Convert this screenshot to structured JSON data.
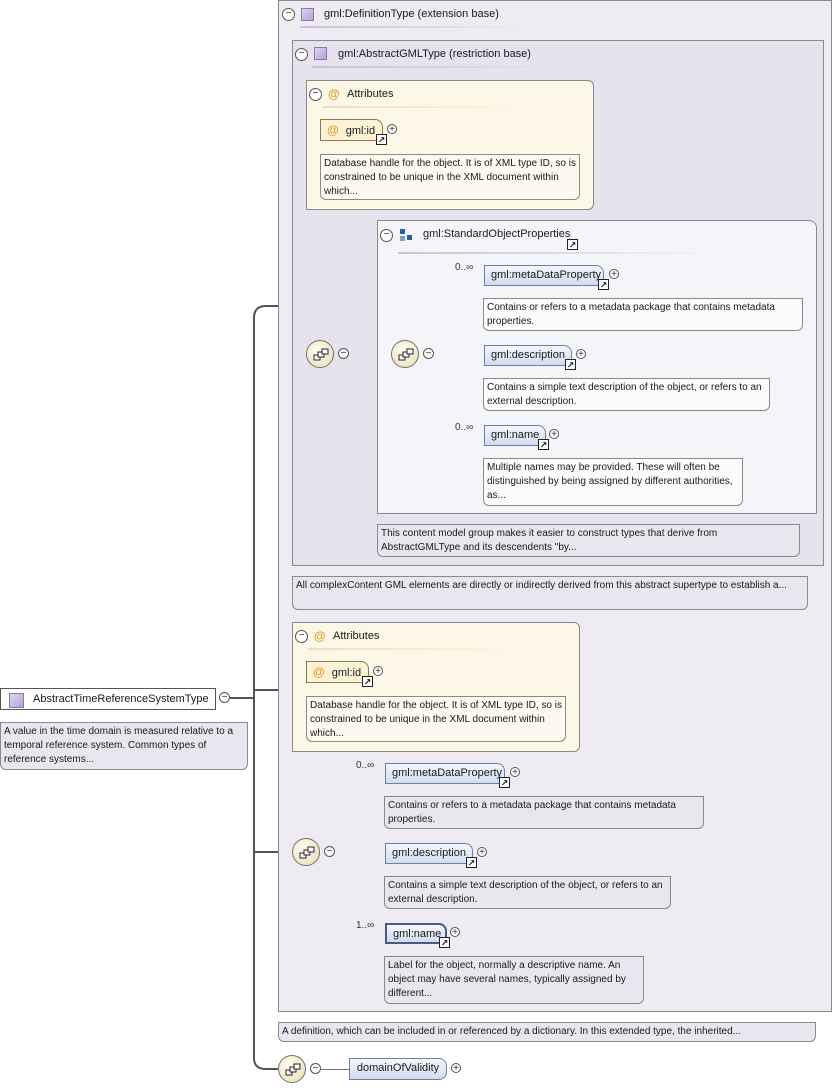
{
  "root": {
    "name": "AbstractTimeReferenceSystemType",
    "doc": "A value in the time domain is measured relative to a temporal reference system. Common types of reference systems..."
  },
  "extension": {
    "title": "gml:DefinitionType (extension base)",
    "doc": "A definition, which can be included in or referenced by a dictionary. In this extended type, the inherited..."
  },
  "restriction": {
    "title": "gml:AbstractGMLType (restriction base)",
    "doc": "All complexContent GML elements are directly or indirectly derived from this abstract supertype to establish a..."
  },
  "inner_attributes": {
    "title": "Attributes",
    "attr_name": "gml:id",
    "attr_doc": "Database handle for the object. It is of XML type ID, so is constrained to be unique in the XML document within which..."
  },
  "std_props": {
    "title": "gml:StandardObjectProperties",
    "doc": "This content model group makes it easier to construct types that derive from AbstractGMLType and its descendents \"by...",
    "meta": {
      "card": "0..∞",
      "name": "gml:metaDataProperty",
      "doc": "Contains or refers to a metadata package that contains metadata properties."
    },
    "desc": {
      "name": "gml:description",
      "doc": "Contains a simple text description of the object, or refers to an external description."
    },
    "nm": {
      "card": "0..∞",
      "name": "gml:name",
      "doc": "Multiple names may be provided. These will often be distinguished by being assigned by different authorities, as..."
    }
  },
  "outer_attributes": {
    "title": "Attributes",
    "attr_name": "gml:id",
    "attr_doc": "Database handle for the object. It is of XML type ID, so is constrained to be unique in the XML document within which..."
  },
  "outer_seq": {
    "meta": {
      "card": "0..∞",
      "name": "gml:metaDataProperty",
      "doc": "Contains or refers to a metadata package that contains metadata properties."
    },
    "desc": {
      "name": "gml:description",
      "doc": "Contains a simple text description of the object, or refers to an external description."
    },
    "nm": {
      "card": "1..∞",
      "name": "gml:name",
      "doc": "Label for the object, normally a descriptive name. An object may have several names, typically assigned by different..."
    }
  },
  "domain": {
    "name": "domainOfValidity"
  },
  "icons": {
    "collapse": "minus-circle-icon",
    "expand": "plus-circle-icon",
    "link": "link-arrow-icon",
    "sequence": "sequence-icon",
    "type": "complex-type-icon",
    "attribute": "at-icon",
    "group": "model-group-icon"
  },
  "glyphs": {
    "minus": "−",
    "plus": "+",
    "arrow": "↗",
    "at": "@"
  }
}
